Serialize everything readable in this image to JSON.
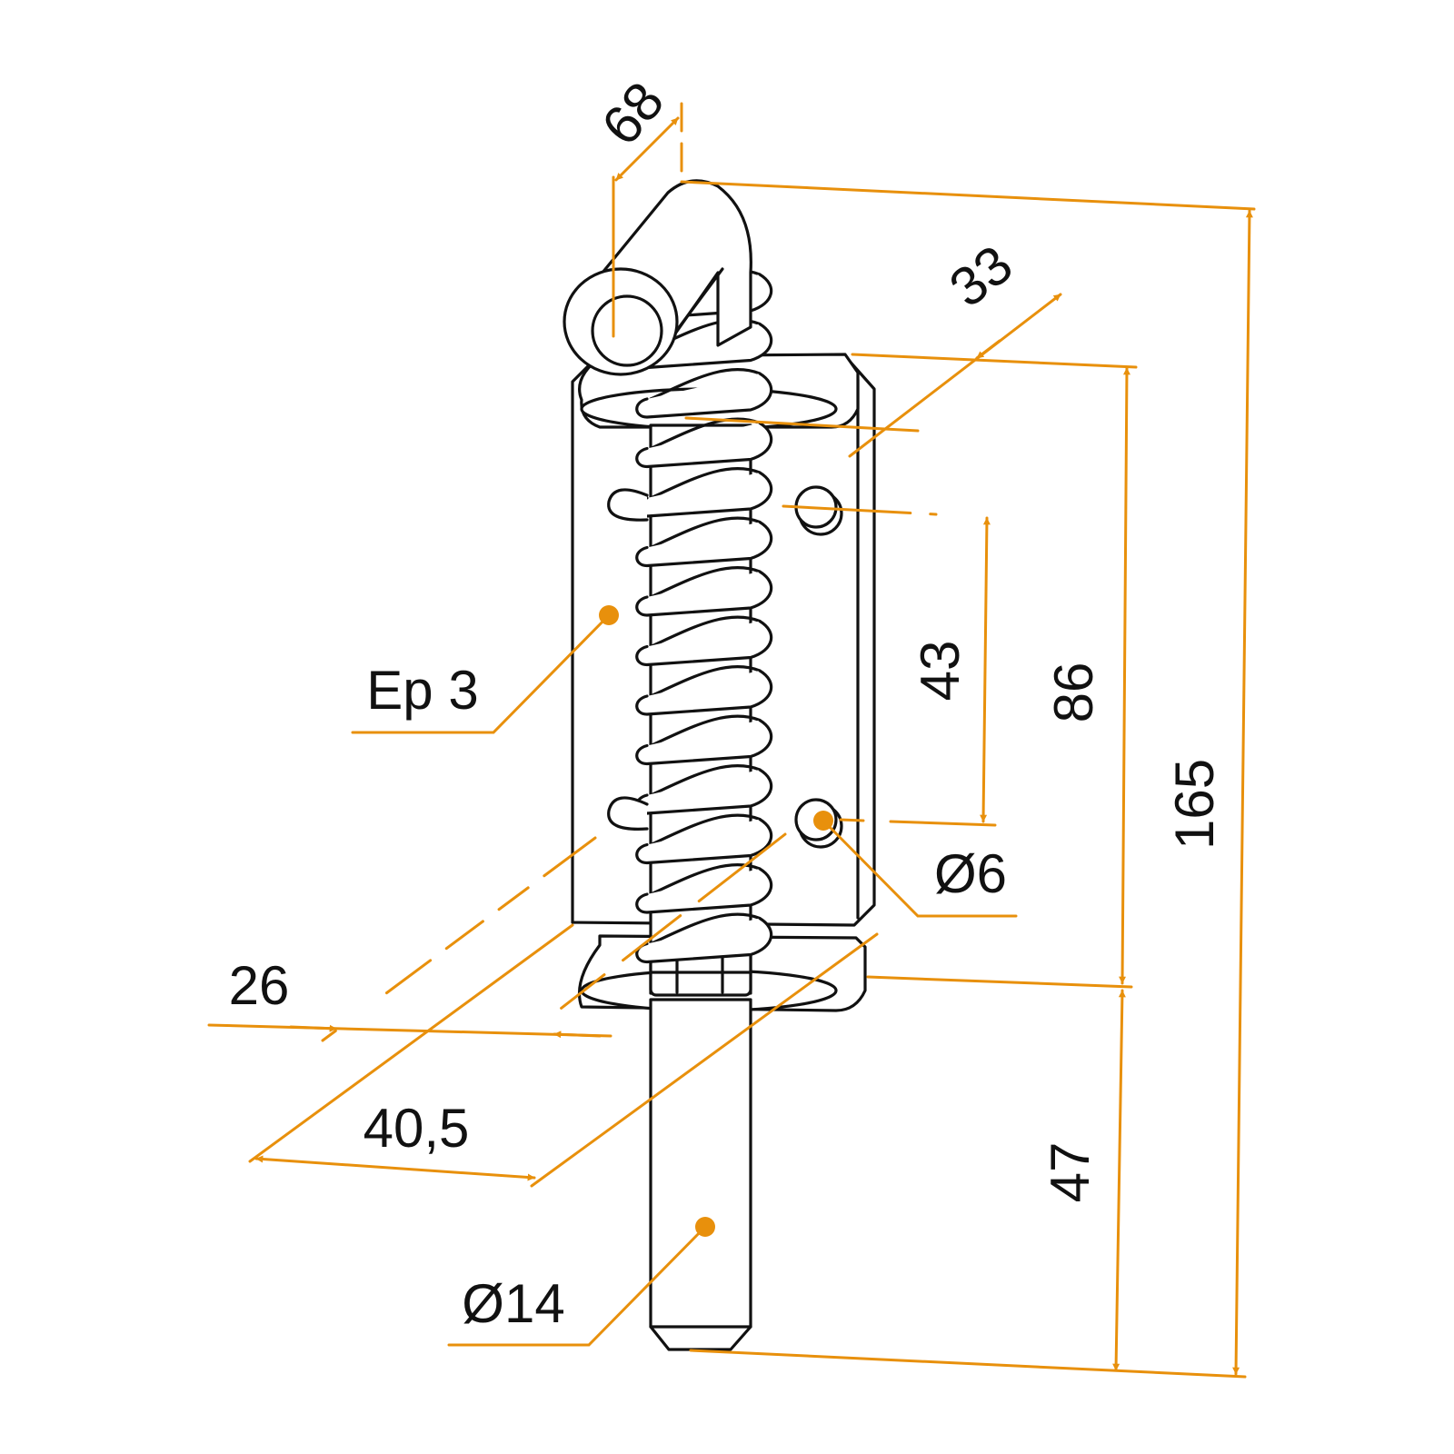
{
  "accent_color": "#e8900c",
  "part_color": "#111111",
  "dimensions": {
    "height_total": "165",
    "height_plate": "86",
    "height_pin": "47",
    "hole_spacing": "43",
    "plate_width": "33",
    "handle_length": "68",
    "base_width_1": "26",
    "base_width_2": "40,5"
  },
  "callouts": {
    "thickness": "Ep 3",
    "hole_diameter": "Ø6",
    "pin_diameter": "Ø14"
  }
}
